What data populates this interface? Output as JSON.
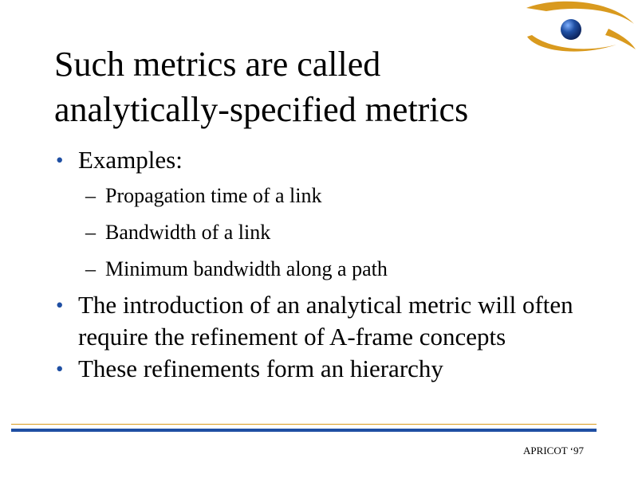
{
  "slide": {
    "title_line1": "Such metrics are called",
    "title_line2": "analytically-specified metrics",
    "bullets": [
      {
        "text": "Examples:",
        "subitems": [
          "Propagation time of a link",
          "Bandwidth of a link",
          "Minimum bandwidth along a path"
        ]
      },
      {
        "text": "The introduction of an analytical metric will often require the refinement of A-frame concepts"
      },
      {
        "text": "These refinements form an hierarchy"
      }
    ],
    "bullet_symbol": "•",
    "dash_symbol": "–",
    "footer": "APRICOT ‘97"
  },
  "colors": {
    "accent_blue": "#1f4fa3",
    "accent_gold": "#d99a1e"
  },
  "logo": {
    "icon": "eye-orbit-icon"
  }
}
